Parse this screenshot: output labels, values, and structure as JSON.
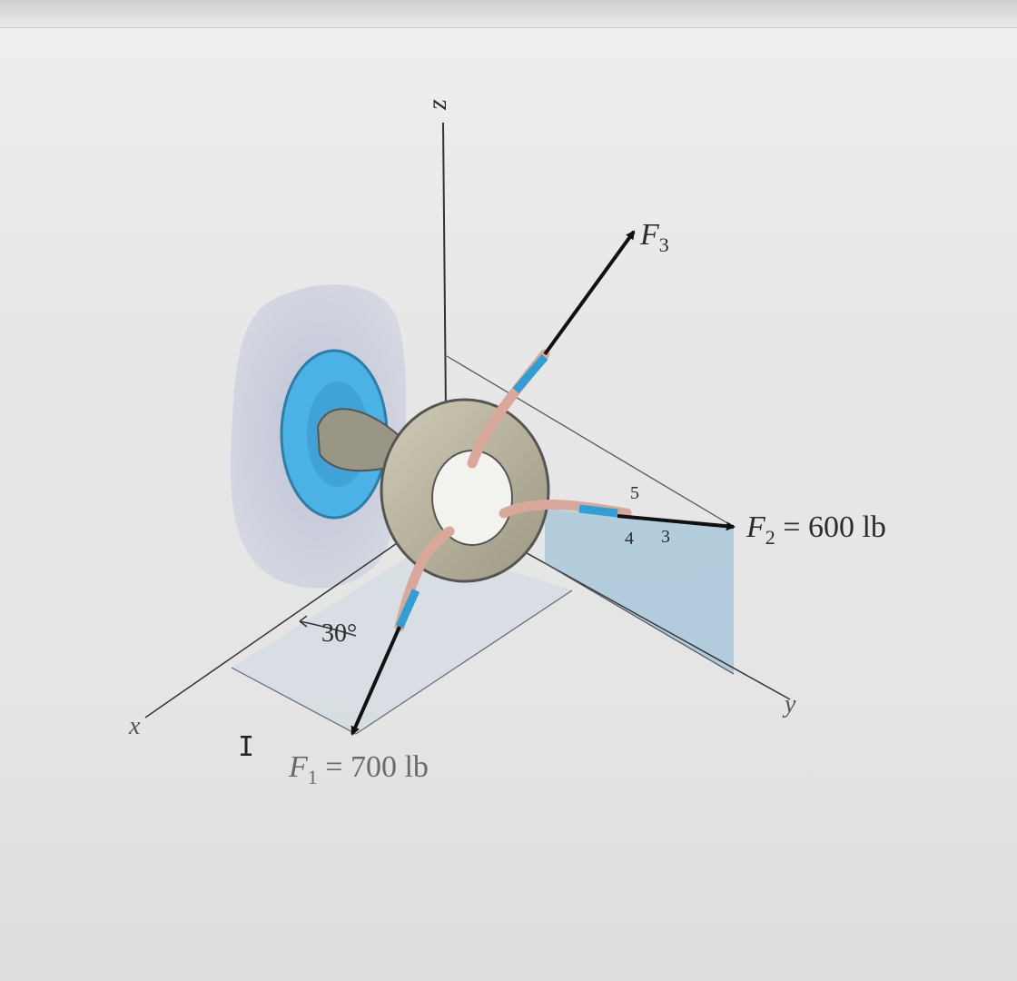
{
  "axes": {
    "x": "x",
    "y": "y",
    "z": "z"
  },
  "forces": {
    "f1": {
      "symbol": "F",
      "sub": "1",
      "value_text": "= 700 lb"
    },
    "f2": {
      "symbol": "F",
      "sub": "2",
      "value_text": "= 600 lb"
    },
    "f3": {
      "symbol": "F",
      "sub": "3"
    }
  },
  "angle_label": "30°",
  "slope": {
    "hyp": "5",
    "a": "4",
    "b": "3"
  },
  "cursor_glyph": "I",
  "colors": {
    "rope_blue": "#2f9fd6",
    "plate_blue": "#4ab2e4",
    "ring": "#b7b39f",
    "shade_blue": "#aac8dc",
    "arrow": "#111111"
  }
}
